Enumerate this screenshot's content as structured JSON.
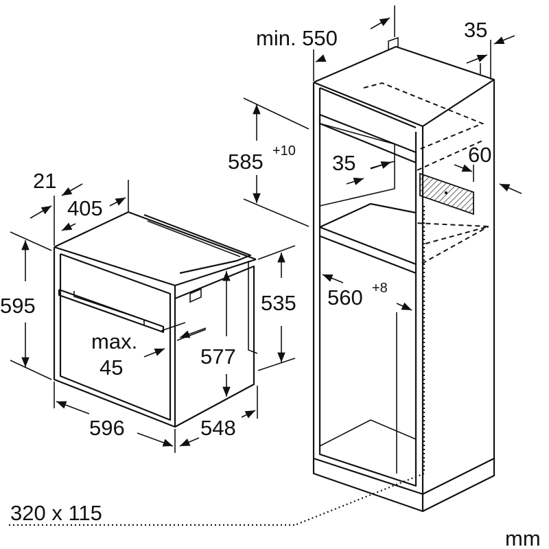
{
  "labels": {
    "niche_depth": "min. 550",
    "rear_gap": "35",
    "niche_height_main": "585",
    "niche_height_tol": "+10",
    "inner_offset": "35",
    "vent_depth": "60",
    "niche_width_main": "560",
    "niche_width_tol": "+8",
    "oven_frame_depth": "21",
    "oven_top_depth": "405",
    "oven_height": "595",
    "oven_body_height": "535",
    "door_gap_1": "max.",
    "door_gap_2": "45",
    "oven_inner_height": "577",
    "oven_width": "596",
    "oven_depth": "548",
    "vent_opening": "320 x 115",
    "unit": "mm"
  }
}
